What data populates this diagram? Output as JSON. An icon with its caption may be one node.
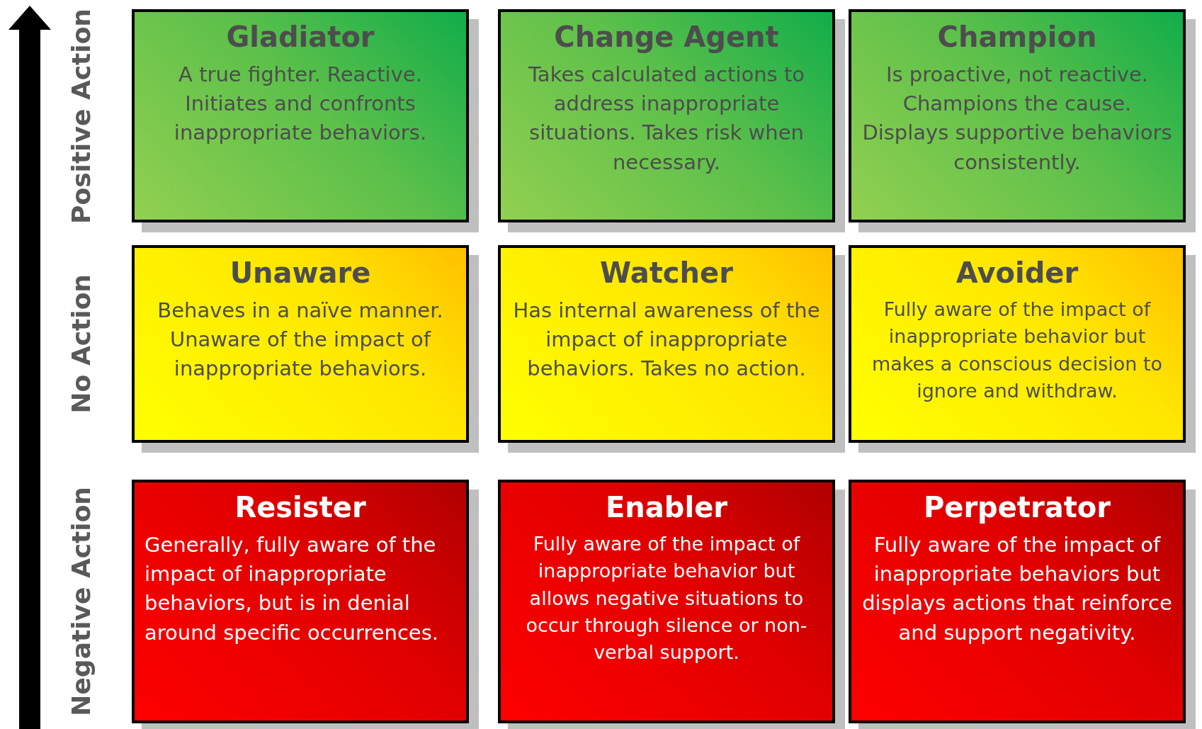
{
  "diagram": {
    "nodes": [
      {
        "text": [
          "Gladiator",
          "A true fighter. Reactive. Initiates and confronts inappropriate behaviors."
        ]
      },
      {
        "text": [
          "Change Agent",
          "Takes calculated actions to address inappropriate situations. Takes risk when necessary."
        ]
      },
      {
        "text": [
          "Champion",
          "Is proactive, not reactive. Champions the cause. Displays supportive behaviors consistently."
        ]
      },
      {
        "text": [
          "Unaware",
          "Behaves in a naïve manner. Unaware of the impact of inappropriate behaviors."
        ]
      },
      {
        "text": [
          "Watcher",
          "Has internal awareness of the impact of inappropriate behaviors. Takes no action."
        ]
      },
      {
        "text": [
          "Avoider",
          "Fully aware of the impact of inappropriate behavior but makes a conscious decision to ignore and withdraw."
        ]
      },
      {
        "text": [
          "Resister",
          "Generally, fully aware of the impact of inappropriate behaviors, but is in denial around specific occurrences."
        ]
      },
      {
        "text": [
          "Enabler",
          "Fully aware of the impact of inappropriate behavior but allows negative situations to occur through silence or non-verbal support."
        ]
      },
      {
        "text": [
          "Perpetrator",
          "Fully aware of the impact of inappropriate behaviors but displays actions that reinforce and support negativity."
        ]
      }
    ],
    "labels": [
      "Positive Action",
      "No Action",
      "Negative Action"
    ]
  }
}
